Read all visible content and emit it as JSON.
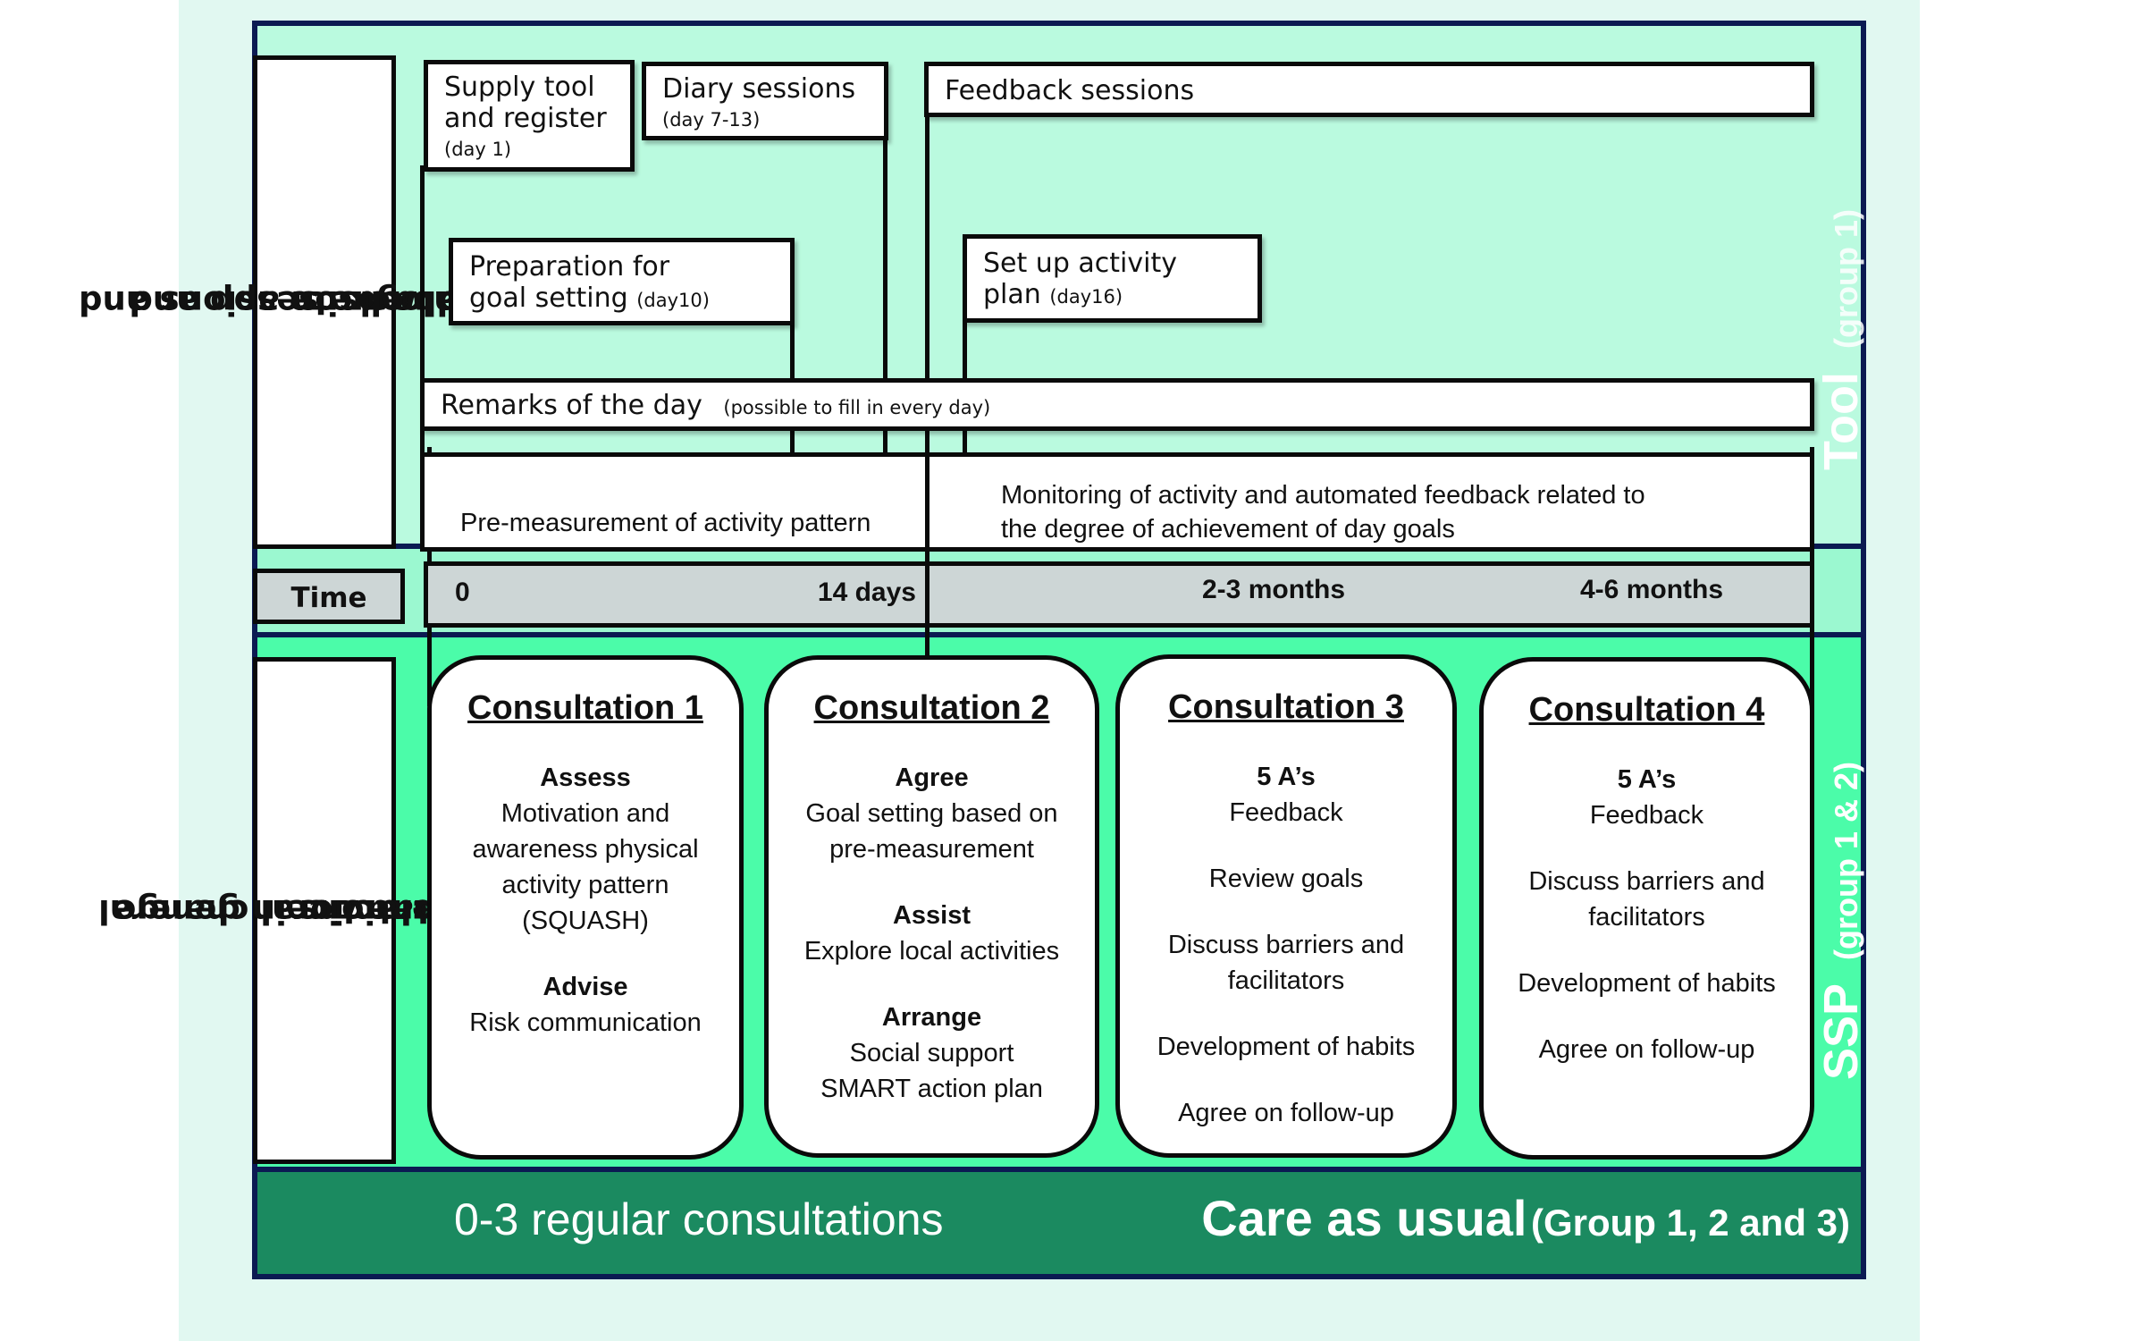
{
  "colors": {
    "background_panel": "#e1f8f1",
    "frame_border": "#0b1a52",
    "tool_zone": "#bafadf",
    "time_zone": "#9bf8d0",
    "ssp_zone": "#4bfca9",
    "care_bar": "#1b8a60",
    "time_bar": "#cdd6d6"
  },
  "tool_section": {
    "side_label_lines": [
      "Dialogue sessions and",
      "feedback on app and",
      "website"
    ],
    "zone_label": "Tool",
    "zone_label_group": "(group 1)",
    "supply_box": {
      "lines": [
        "Supply tool",
        "and register"
      ],
      "note": "(day 1)"
    },
    "diary_box": {
      "title": "Diary sessions",
      "note": "(day 7-13)"
    },
    "feedback_box": {
      "title": "Feedback sessions"
    },
    "preparation_box": {
      "lines": [
        "Preparation for",
        "goal setting"
      ],
      "note": "(day10)"
    },
    "setup_box": {
      "lines": [
        "Set up activity",
        "plan"
      ],
      "note": "(day16)"
    },
    "remarks_bar": {
      "title": "Remarks of the day",
      "note": "(possible to fill in every day)"
    },
    "pre_measurement": "Pre-measurement of activity pattern",
    "monitoring": [
      "Monitoring of activity and automated feedback related to",
      "the degree of achievement of day goals"
    ]
  },
  "time_section": {
    "label": "Time",
    "markers": [
      "0",
      "14 days",
      "2-3 months",
      "4-6 months"
    ]
  },
  "ssp_section": {
    "side_label_lines": [
      "Behavioral change",
      "consultations in general",
      "practice"
    ],
    "zone_label": "SSP",
    "zone_label_group": "(group 1 & 2)",
    "consultations": [
      {
        "title": "Consultation 1",
        "groups": [
          {
            "heading": "Assess",
            "lines": [
              "Motivation and",
              "awareness physical",
              "activity pattern",
              "(SQUASH)"
            ]
          },
          {
            "heading": "Advise",
            "lines": [
              "Risk communication"
            ]
          }
        ]
      },
      {
        "title": "Consultation  2",
        "groups": [
          {
            "heading": "Agree",
            "lines": [
              "Goal setting based on",
              "pre-measurement"
            ]
          },
          {
            "heading": "Assist",
            "lines": [
              "Explore local activities"
            ]
          },
          {
            "heading": "Arrange",
            "lines": [
              "Social support",
              "SMART action plan"
            ]
          }
        ]
      },
      {
        "title": "Consultation  3",
        "groups": [
          {
            "heading": "5 A’s",
            "lines": [
              "Feedback"
            ]
          },
          {
            "heading": "",
            "lines": [
              "Review goals"
            ]
          },
          {
            "heading": "",
            "lines": [
              "Discuss barriers and",
              "facilitators"
            ]
          },
          {
            "heading": "",
            "lines": [
              "Development of habits"
            ]
          },
          {
            "heading": "",
            "lines": [
              "Agree on follow-up"
            ]
          }
        ]
      },
      {
        "title": "Consultation  4",
        "groups": [
          {
            "heading": "5 A’s",
            "lines": [
              "Feedback"
            ]
          },
          {
            "heading": "",
            "lines": [
              "Discuss barriers and",
              "facilitators"
            ]
          },
          {
            "heading": "",
            "lines": [
              "Development of habits"
            ]
          },
          {
            "heading": "",
            "lines": [
              "Agree on follow-up"
            ]
          }
        ]
      }
    ]
  },
  "care_section": {
    "left_text": "0-3 regular consultations",
    "title": "Care as usual",
    "group_note": "(Group 1, 2 and 3)"
  }
}
